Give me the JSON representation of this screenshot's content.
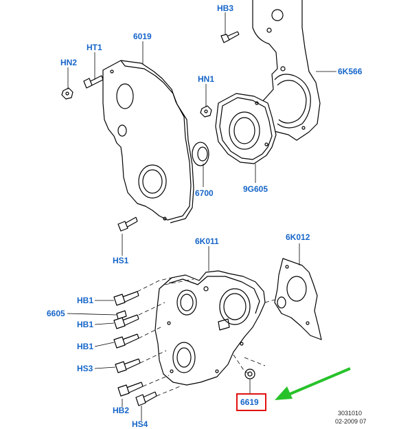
{
  "labels": {
    "hb3": "HB3",
    "p6019": "6019",
    "ht1": "HT1",
    "hn2": "HN2",
    "hn1": "HN1",
    "p6k566": "6K566",
    "p6700": "6700",
    "p9g605": "9G605",
    "hs1": "HS1",
    "p6k011": "6K011",
    "p6k012": "6K012",
    "hb1a": "HB1",
    "p6605": "6605",
    "hb1b": "HB1",
    "hb1c": "HB1",
    "hs3": "HS3",
    "hb2": "HB2",
    "hs4": "HS4",
    "p6619": "6619"
  },
  "reference": {
    "code": "3031010",
    "date": "02-2009 07"
  },
  "colors": {
    "label_text": "#1565c8",
    "highlight_box": "#e01010",
    "arrow": "#27c22a",
    "line_art": "#000000"
  }
}
